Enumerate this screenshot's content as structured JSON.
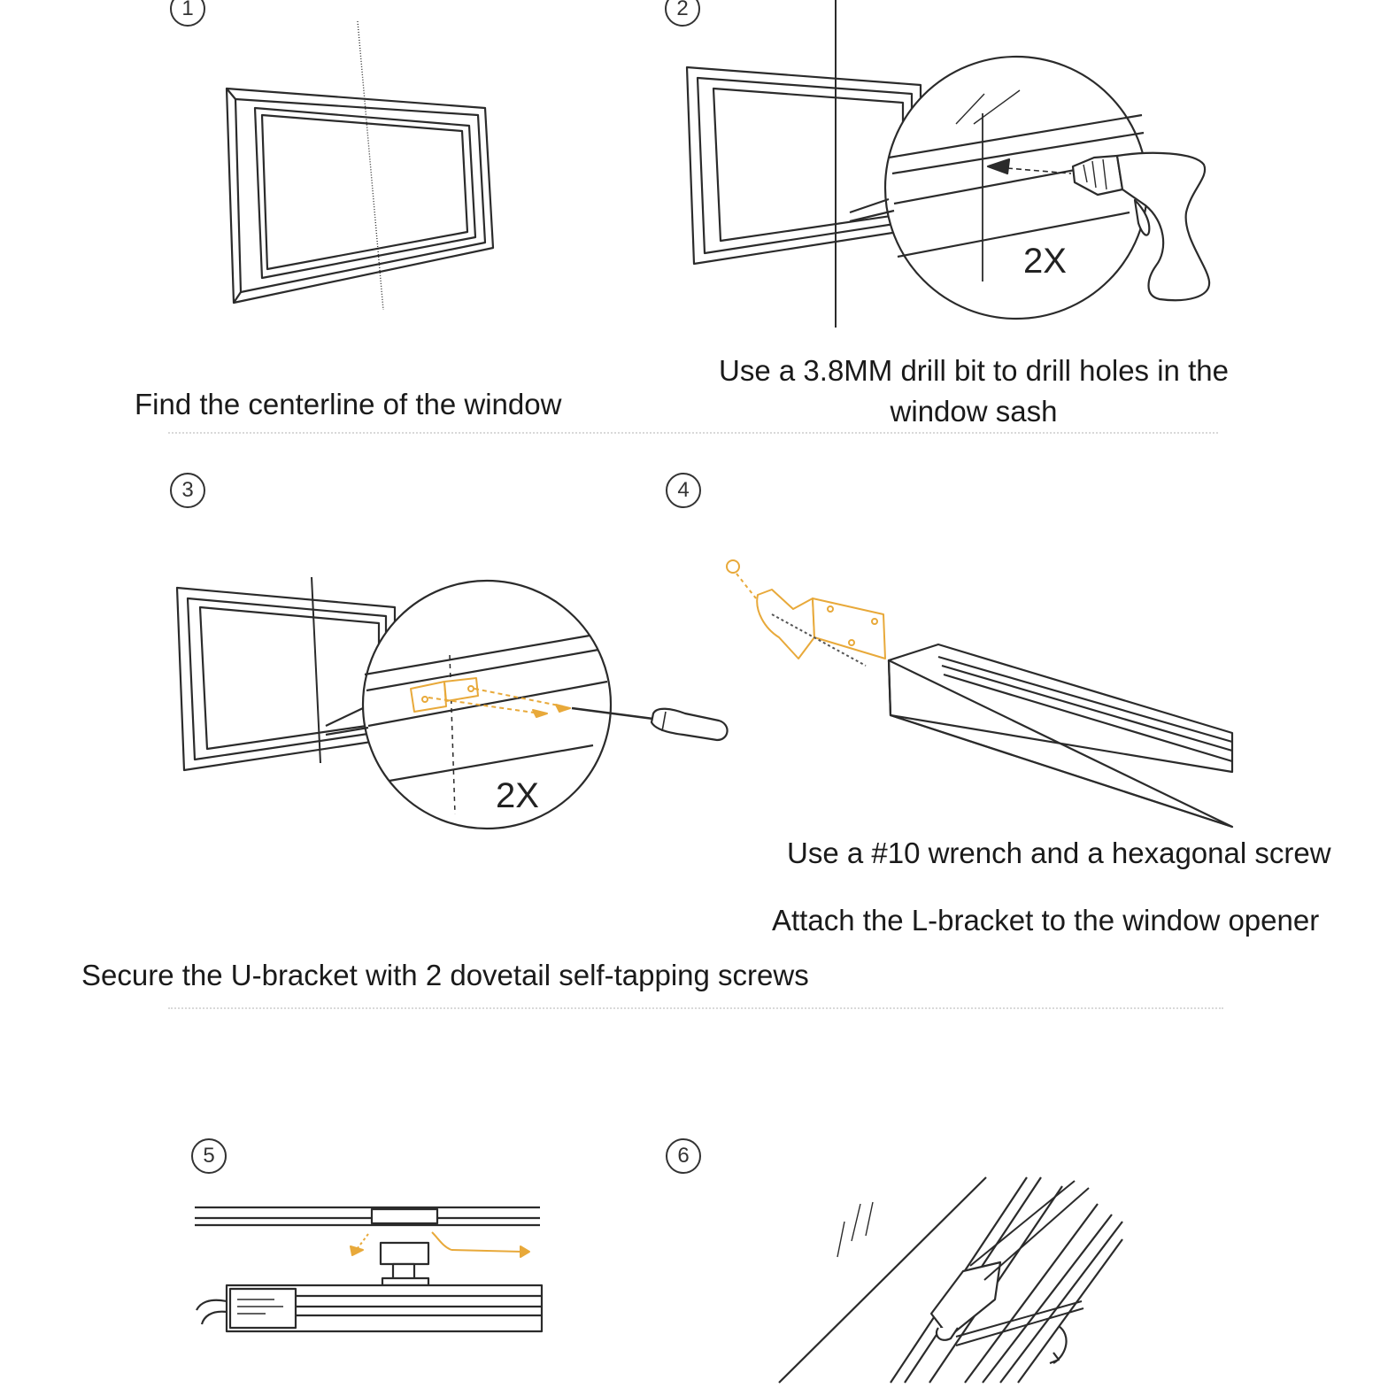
{
  "steps": [
    {
      "number": "1",
      "caption": "Find the centerline of the window"
    },
    {
      "number": "2",
      "caption": "Use a 3.8MM drill bit to drill holes in the window sash",
      "callout": "2X"
    },
    {
      "number": "3",
      "caption": "Secure the U-bracket with 2 dovetail self-tapping screws",
      "callout": "2X"
    },
    {
      "number": "4",
      "captions": [
        "Use a #10 wrench and a hexagonal screw",
        "Attach the L-bracket to the window opener"
      ]
    },
    {
      "number": "5"
    },
    {
      "number": "6"
    }
  ],
  "colors": {
    "line": "#2b2b2b",
    "bracket": "#e8a93a",
    "divider": "#d9d9d9"
  },
  "icons": [
    "drill-icon",
    "screwdriver-icon",
    "l-bracket-icon",
    "u-bracket-icon",
    "window-opener-icon"
  ]
}
